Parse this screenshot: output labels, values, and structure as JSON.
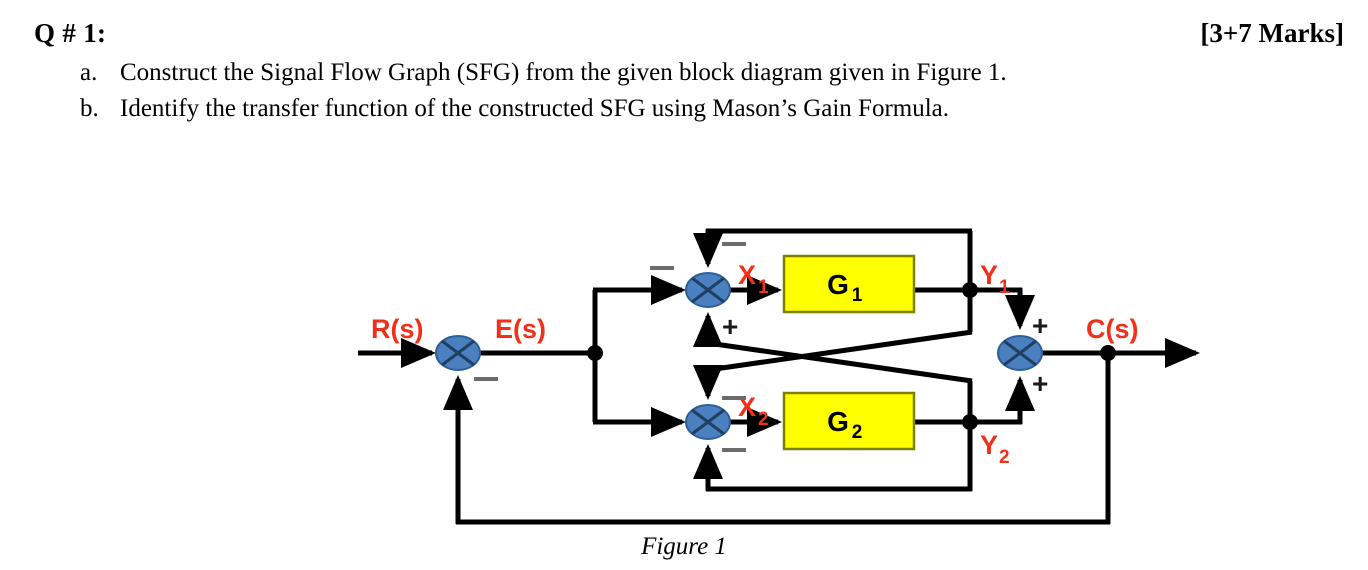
{
  "header": {
    "question_number": "Q # 1:",
    "marks": "[3+7 Marks]"
  },
  "items": [
    {
      "marker": "a.",
      "text": "Construct the Signal Flow Graph (SFG) from the given block diagram given in Figure 1."
    },
    {
      "marker": "b.",
      "text": "Identify the transfer function of the constructed SFG using Mason’s Gain Formula."
    }
  ],
  "figure": {
    "caption": "Figure 1",
    "colors": {
      "signal_label": "#F0301A",
      "block_fill": "#FFFF00",
      "block_stroke": "#808000",
      "summer_fill": "#4A80C0",
      "summer_stroke": "#2E5E96",
      "line": "#000000",
      "sign": "#1a1a1a"
    },
    "signals": {
      "input": "R(s)",
      "error": "E(s)",
      "output": "C(s)",
      "x1": "X",
      "x1_sub": "1",
      "x2": "X",
      "x2_sub": "2",
      "y1": "Y",
      "y1_sub": "1",
      "y2": "Y",
      "y2_sub": "2"
    },
    "blocks": [
      {
        "name": "G",
        "sub": "1"
      },
      {
        "name": "G",
        "sub": "2"
      }
    ],
    "signs": {
      "sum_input_minus": "—",
      "sum1_left_minus": "—",
      "sum1_top_minus": "—",
      "sum1_bottom_plus": "+",
      "sum2_top_minus": "—",
      "sum2_bottom_minus": "—",
      "sum_out_top_plus": "+",
      "sum_out_bottom_plus": "+"
    }
  }
}
